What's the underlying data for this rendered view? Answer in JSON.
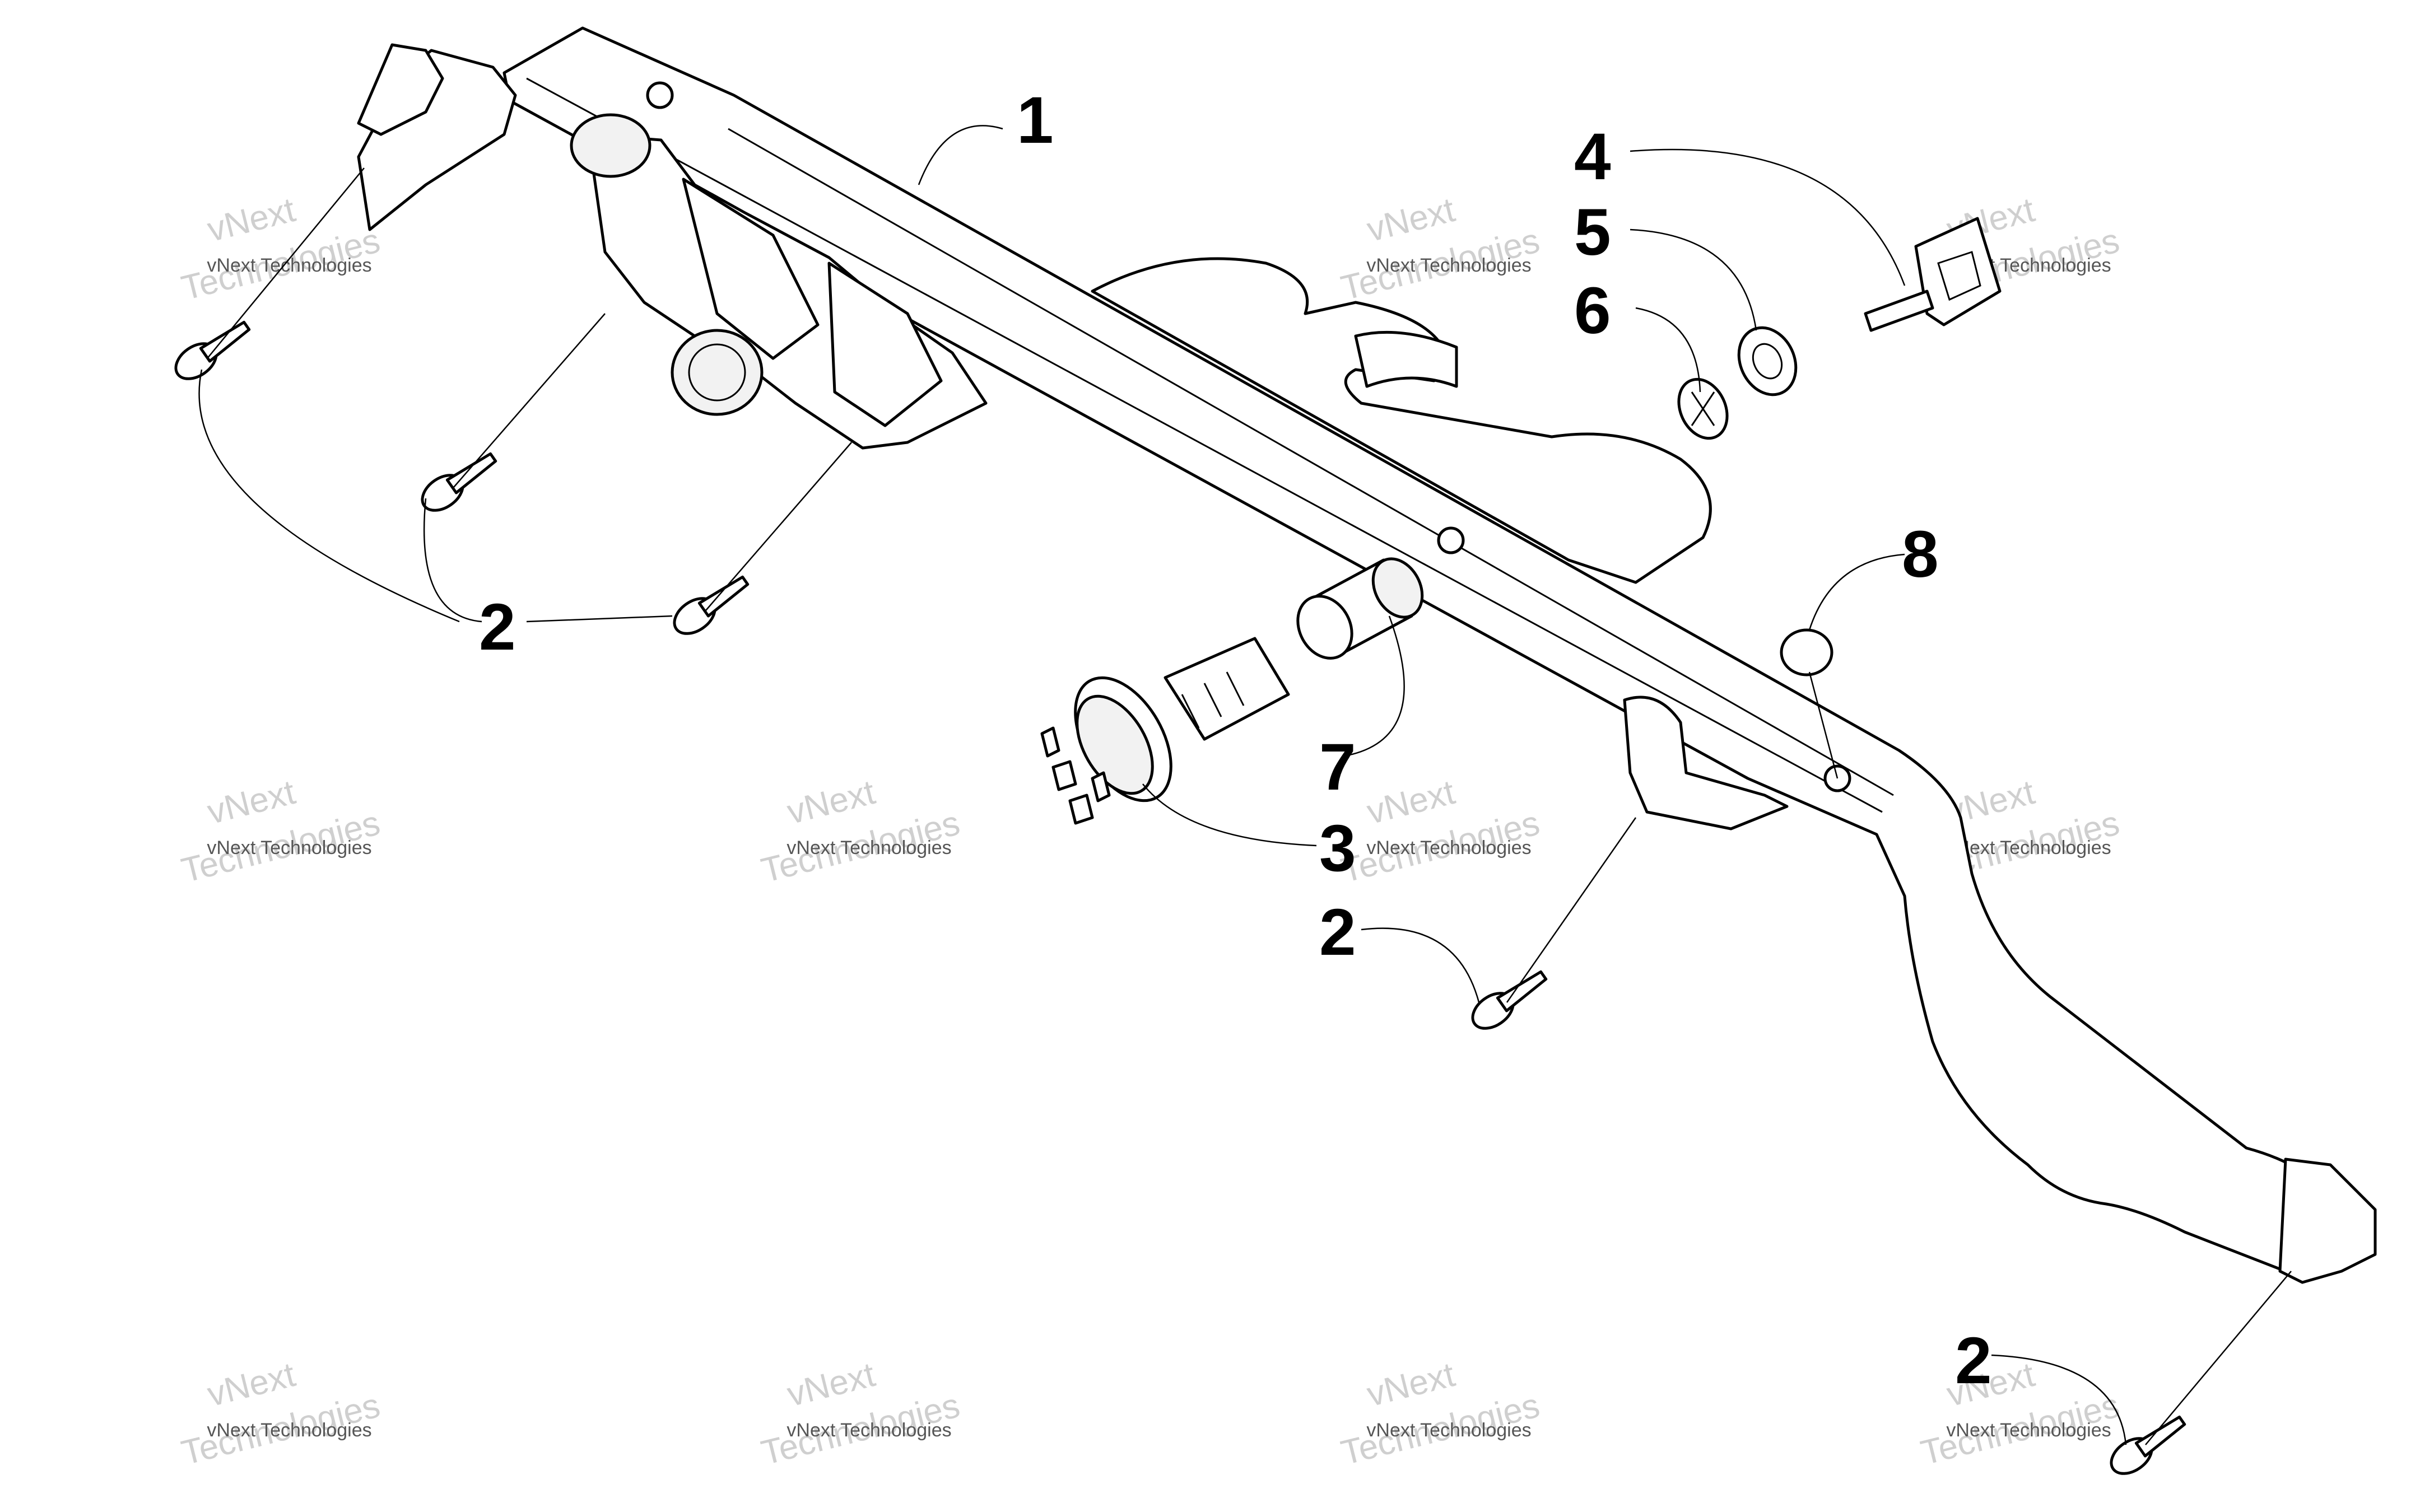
{
  "diagram": {
    "callouts": [
      {
        "id": "c1",
        "label": "1"
      },
      {
        "id": "c2a",
        "label": "2"
      },
      {
        "id": "c2b",
        "label": "2"
      },
      {
        "id": "c2c",
        "label": "2"
      },
      {
        "id": "c3",
        "label": "3"
      },
      {
        "id": "c4",
        "label": "4"
      },
      {
        "id": "c5",
        "label": "5"
      },
      {
        "id": "c6",
        "label": "6"
      },
      {
        "id": "c7",
        "label": "7"
      },
      {
        "id": "c8",
        "label": "8"
      }
    ],
    "watermark": {
      "line1": "vNext Technologies",
      "line2": "Technologies",
      "line3": "vNext"
    }
  }
}
